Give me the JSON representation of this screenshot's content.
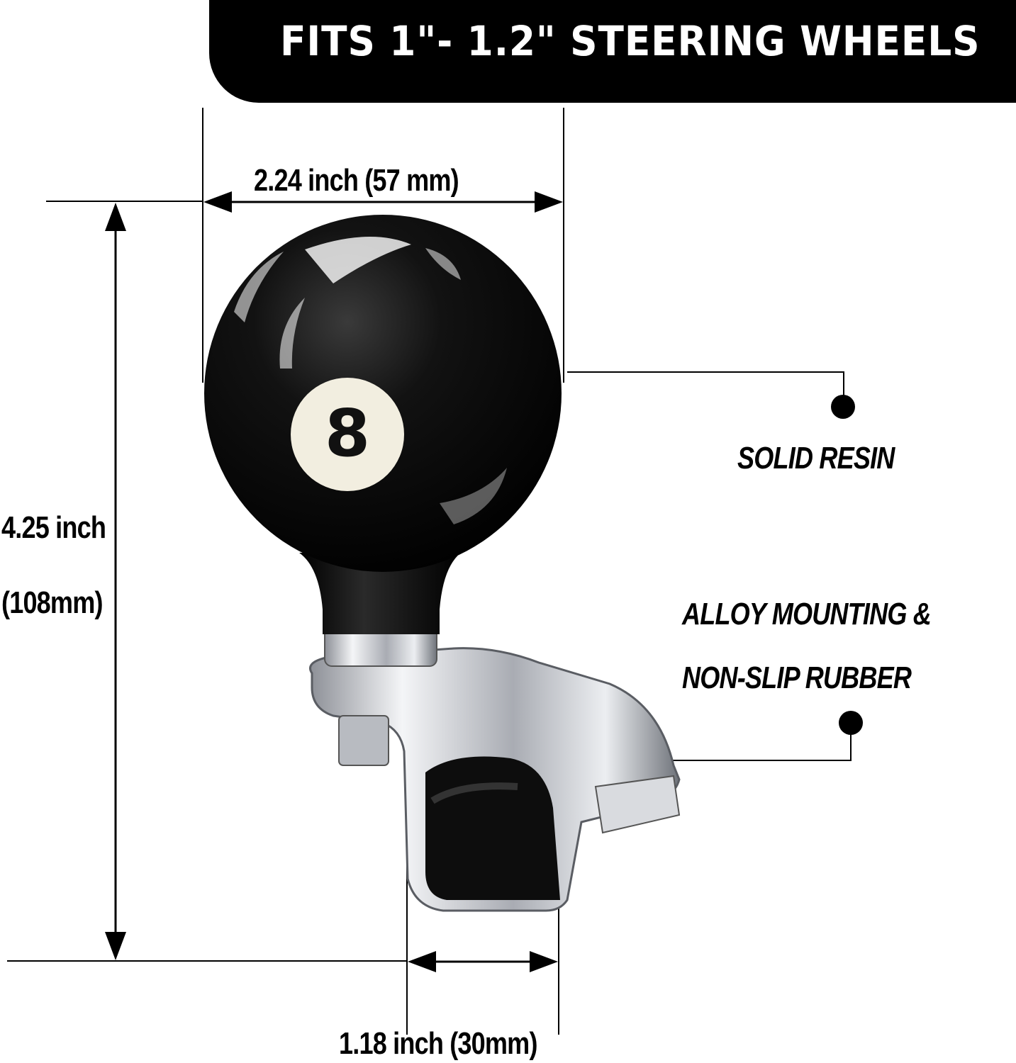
{
  "banner": {
    "text": "FITS 1\"- 1.2\" STEERING WHEELS"
  },
  "dimensions": {
    "width": "2.24 inch (57 mm)",
    "height_inch": "4.25 inch",
    "height_mm": "(108mm)",
    "clamp": "1.18 inch (30mm)"
  },
  "features": {
    "ball": "SOLID RESIN",
    "mount_line1": "ALLOY MOUNTING  &",
    "mount_line2": "NON-SLIP RUBBER"
  },
  "ball_number": "8",
  "colors": {
    "banner": "#000000",
    "ball": "#0a0a0a",
    "ball_face": "#f2eee0",
    "chrome": "#c9ccd1"
  }
}
